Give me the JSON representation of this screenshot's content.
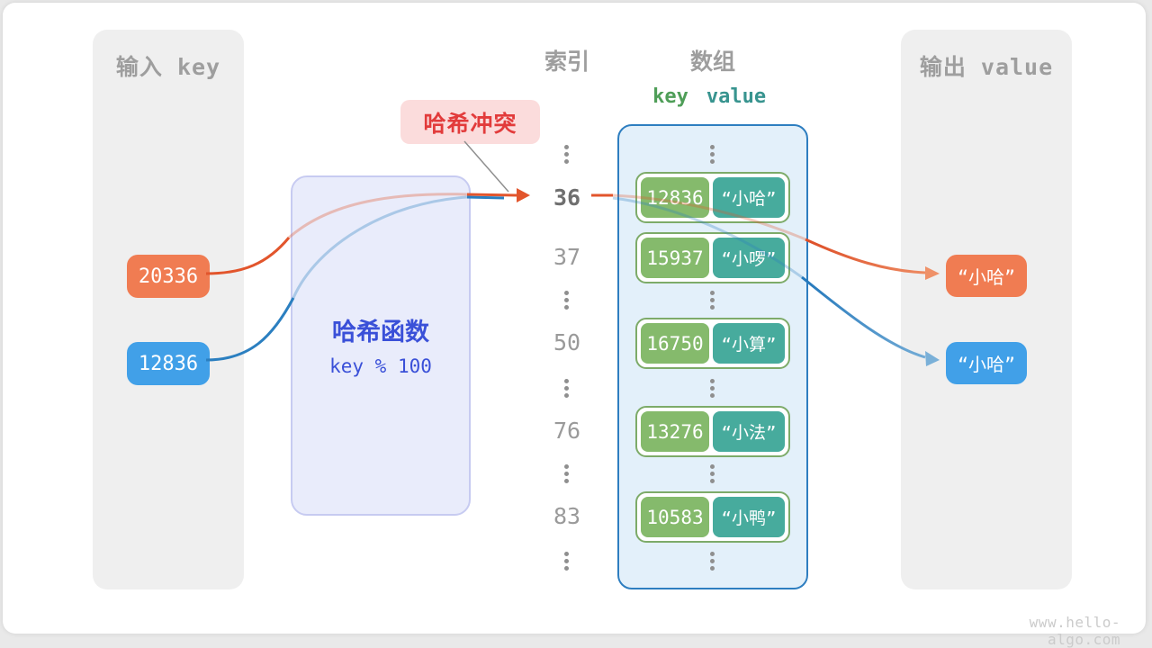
{
  "headers": {
    "input": "输入 key",
    "index": "索引",
    "array": "数组",
    "key_col": "key",
    "value_col": "value",
    "output": "输出 value"
  },
  "collision_label": "哈希冲突",
  "hash_function": {
    "title": "哈希函数",
    "formula": "key % 100"
  },
  "inputs": [
    {
      "key": "20336",
      "color": "#f07c52"
    },
    {
      "key": "12836",
      "color": "#41a0e8"
    }
  ],
  "index_column": [
    "36",
    "37",
    "50",
    "76",
    "83"
  ],
  "array": {
    "pairs": [
      {
        "key": "12836",
        "value": "“小哈”"
      },
      {
        "key": "15937",
        "value": "“小啰”"
      },
      {
        "key": "16750",
        "value": "“小算”"
      },
      {
        "key": "13276",
        "value": "“小法”"
      },
      {
        "key": "10583",
        "value": "“小鸭”"
      }
    ]
  },
  "outputs": [
    {
      "value": "“小哈”",
      "color": "#f07c52"
    },
    {
      "value": "“小哈”",
      "color": "#41a0e8"
    }
  ],
  "colors": {
    "panel": "#efefef",
    "title_gray": "#9e9e9e",
    "orange": "#f07c52",
    "blue": "#41a0e8",
    "orange_line": "#e2552c",
    "blue_line": "#2b7fc0",
    "array_border": "#2e7ec0",
    "array_fill": "#e3f0fa",
    "pair_key_green": "#85ba6c",
    "pair_value_teal": "#47ab9d",
    "hash_text_blue": "#3a50d8",
    "collision_red": "#e23b3b",
    "key_header_green": "#4f9e58",
    "value_header_teal": "#38948f"
  },
  "watermark": "www.hello-algo.com"
}
